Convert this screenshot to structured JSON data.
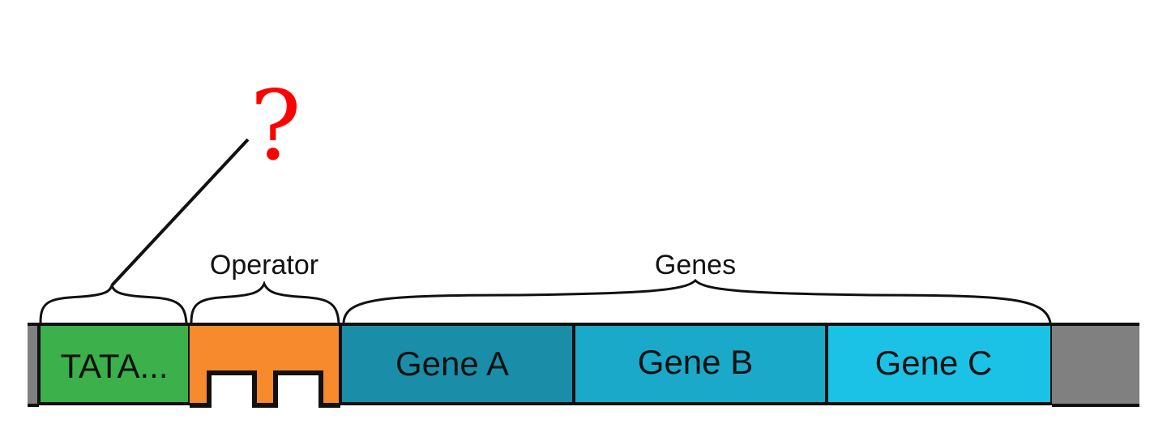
{
  "question_mark": "?",
  "labels": {
    "operator": "Operator",
    "genes": "Genes"
  },
  "segments": {
    "promoter": {
      "text": "TATA...",
      "color": "#3cb04a"
    },
    "operator": {
      "text": "",
      "color": "#f68a2c"
    },
    "gene_a": {
      "text": "Gene A",
      "color": "#1a8ea8"
    },
    "gene_b": {
      "text": "Gene B",
      "color": "#1aa9c8"
    },
    "gene_c": {
      "text": "Gene C",
      "color": "#1cc2e6"
    },
    "trailing_dna": {
      "text": "",
      "color": "#808080"
    }
  },
  "colors": {
    "question_mark": "#ff0000",
    "outline": "#111111"
  }
}
